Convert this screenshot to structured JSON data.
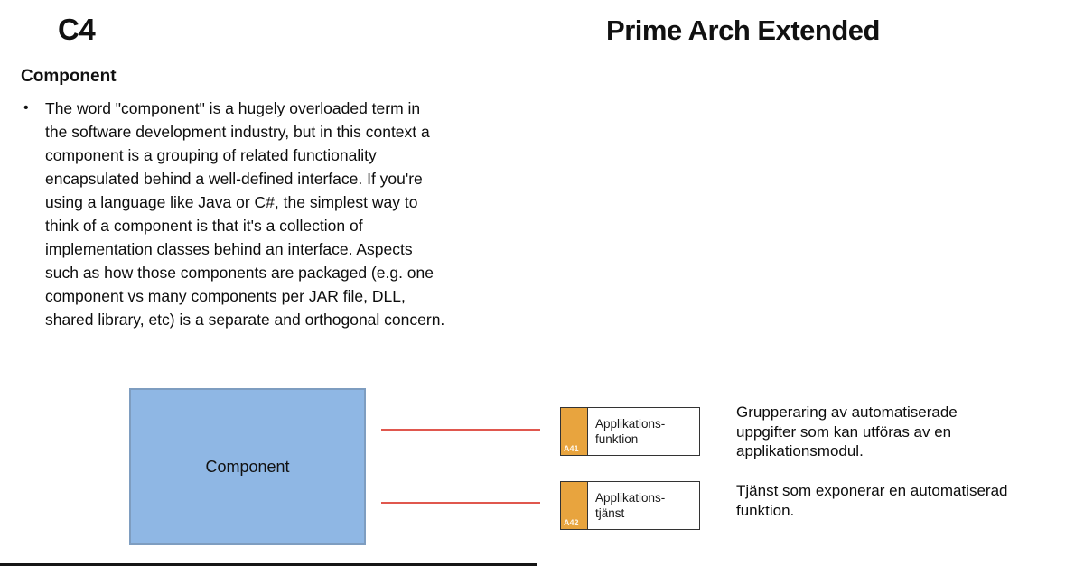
{
  "header": {
    "left_title": "C4",
    "right_title": "Prime Arch Extended"
  },
  "c4_section": {
    "heading": "Component",
    "bullet_glyph": "•",
    "bullet_text": "The word \"component\" is a hugely overloaded term in\nthe software development industry, but in this context a\ncomponent is a grouping of related functionality\nencapsulated behind a well-defined interface. If you're\nusing a language like Java or C#, the simplest way to\nthink of a component is that it's a collection of\nimplementation classes behind an interface. Aspects\nsuch as how those components are packaged (e.g. one\ncomponent vs many components per JAR file, DLL,\nshared library, etc) is a separate and orthogonal concern."
  },
  "diagram": {
    "component_label": "Component",
    "elements": [
      {
        "code": "A41",
        "name": "Applikations-\nfunktion",
        "description": "Grupperaring av automatiserade\nuppgifter som kan utföras av en\napplikationsmodul."
      },
      {
        "code": "A42",
        "name": "Applikations-\ntjänst",
        "description": "Tjänst som exponerar en automatiserad\nfunktion."
      }
    ]
  },
  "colors": {
    "component_fill": "#8FB7E4",
    "component_border": "#7E9DC0",
    "element_tab_fill": "#E8A43E",
    "element_border": "#333333",
    "connector_red": "#E0574E"
  }
}
